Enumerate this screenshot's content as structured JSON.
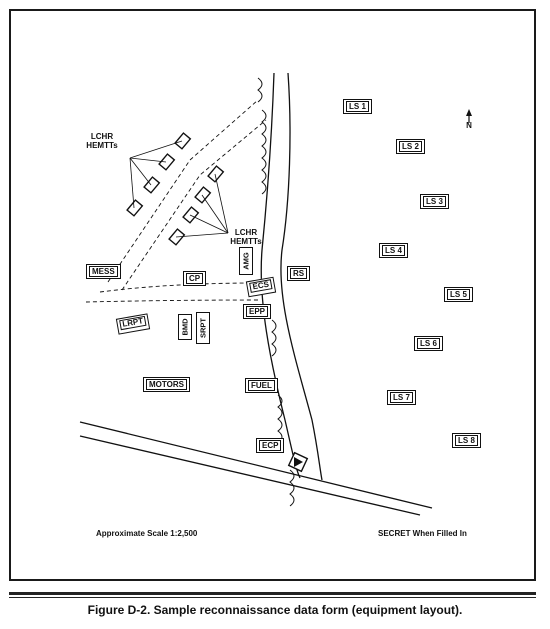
{
  "labels": {
    "lchr_hemmts_1": "LCHR\nHEMTTs",
    "lchr_hemmts_2": "LCHR\nHEMTTs",
    "north": "N"
  },
  "boxes": {
    "mess": "MESS",
    "cp": "CP",
    "amg": "AMG",
    "rs": "RS",
    "ecs": "ECS",
    "epp": "EPP",
    "lrpt": "LRPT",
    "bmd": "BMD",
    "srpt": "SRPT",
    "motors": "MOTORS",
    "fuel": "FUEL",
    "ecp": "ECP",
    "ls1": "LS 1",
    "ls2": "LS 2",
    "ls3": "LS 3",
    "ls4": "LS 4",
    "ls5": "LS 5",
    "ls6": "LS 6",
    "ls7": "LS 7",
    "ls8": "LS 8"
  },
  "footer": {
    "scale": "Approximate Scale 1:2,500",
    "classification": "SECRET When Filled In"
  },
  "caption": "Figure D-2.  Sample reconnaissance data form (equipment layout)."
}
